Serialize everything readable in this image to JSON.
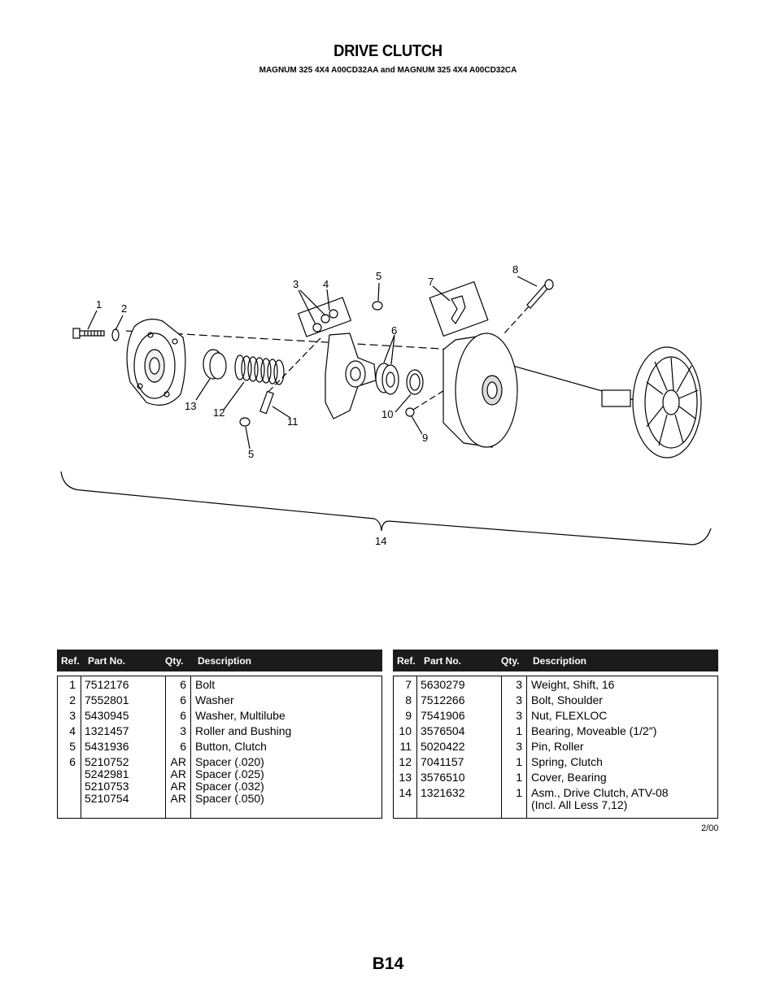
{
  "page": {
    "title": "DRIVE CLUTCH",
    "subtitle": "MAGNUM 325 4X4 A00CD32AA and MAGNUM 325 4X4 A00CD32CA",
    "date": "2/00",
    "page_number": "B14"
  },
  "callouts": [
    "1",
    "2",
    "3",
    "4",
    "5",
    "7",
    "8",
    "6",
    "13",
    "12",
    "11",
    "10",
    "9",
    "5",
    "14"
  ],
  "table": {
    "headers": {
      "ref": "Ref.",
      "part": "Part No.",
      "qty": "Qty.",
      "desc": "Description"
    },
    "left_rows": [
      {
        "ref": "1",
        "parts": [
          "7512176"
        ],
        "qtys": [
          "6"
        ],
        "descs": [
          "Bolt"
        ]
      },
      {
        "ref": "2",
        "parts": [
          "7552801"
        ],
        "qtys": [
          "6"
        ],
        "descs": [
          "Washer"
        ]
      },
      {
        "ref": "3",
        "parts": [
          "5430945"
        ],
        "qtys": [
          "6"
        ],
        "descs": [
          "Washer, Multilube"
        ]
      },
      {
        "ref": "4",
        "parts": [
          "1321457"
        ],
        "qtys": [
          "3"
        ],
        "descs": [
          "Roller and Bushing"
        ]
      },
      {
        "ref": "5",
        "parts": [
          "5431936"
        ],
        "qtys": [
          "6"
        ],
        "descs": [
          "Button, Clutch"
        ]
      },
      {
        "ref": "6",
        "parts": [
          "5210752",
          "5242981",
          "5210753",
          "5210754"
        ],
        "qtys": [
          "AR",
          "AR",
          "AR",
          "AR"
        ],
        "descs": [
          "Spacer (.020)",
          "Spacer (.025)",
          "Spacer (.032)",
          "Spacer (.050)"
        ]
      }
    ],
    "right_rows": [
      {
        "ref": "7",
        "parts": [
          "5630279"
        ],
        "qtys": [
          "3"
        ],
        "descs": [
          "Weight, Shift, 16"
        ]
      },
      {
        "ref": "8",
        "parts": [
          "7512266"
        ],
        "qtys": [
          "3"
        ],
        "descs": [
          "Bolt, Shoulder"
        ]
      },
      {
        "ref": "9",
        "parts": [
          "7541906"
        ],
        "qtys": [
          "3"
        ],
        "descs": [
          "Nut, FLEXLOC"
        ]
      },
      {
        "ref": "10",
        "parts": [
          "3576504"
        ],
        "qtys": [
          "1"
        ],
        "descs": [
          "Bearing, Moveable (1/2″)"
        ]
      },
      {
        "ref": "11",
        "parts": [
          "5020422"
        ],
        "qtys": [
          "3"
        ],
        "descs": [
          "Pin, Roller"
        ]
      },
      {
        "ref": "12",
        "parts": [
          "7041157"
        ],
        "qtys": [
          "1"
        ],
        "descs": [
          "Spring, Clutch"
        ]
      },
      {
        "ref": "13",
        "parts": [
          "3576510"
        ],
        "qtys": [
          "1"
        ],
        "descs": [
          "Cover, Bearing"
        ]
      },
      {
        "ref": "14",
        "parts": [
          "1321632"
        ],
        "qtys": [
          "1"
        ],
        "descs": [
          "Asm., Drive Clutch, ATV-08",
          "(Incl. All Less 7,12)"
        ]
      }
    ]
  }
}
